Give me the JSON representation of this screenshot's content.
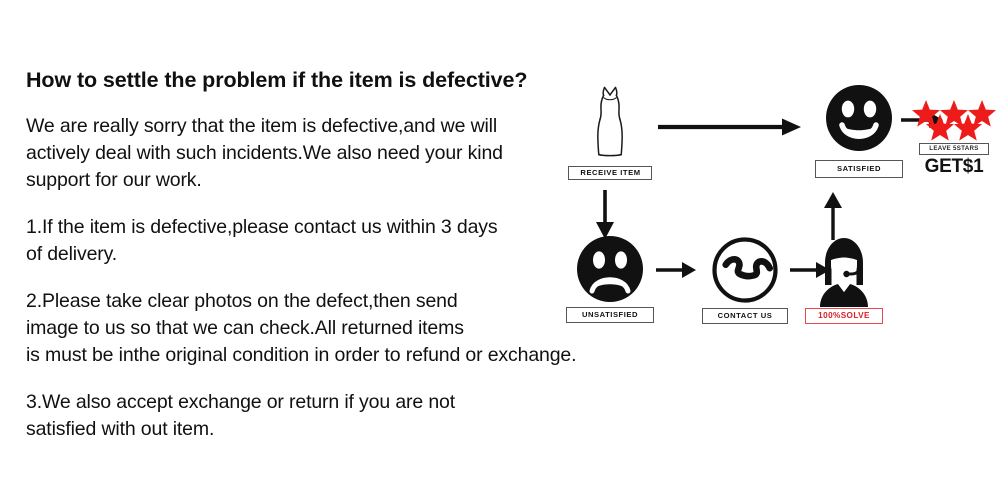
{
  "page": {
    "heading": "How to settle the problem if the item is defective?",
    "paragraphs": [
      {
        "id": "intro",
        "lines": [
          "We are really sorry that the item is defective,and we will",
          "actively deal with such incidents.We also need your kind",
          "support for our work."
        ]
      },
      {
        "id": "point-1",
        "lines": [
          "1.If the item is defective,please contact us within 3 days",
          "of delivery."
        ]
      },
      {
        "id": "point-2",
        "lines": [
          "2.Please take clear photos on the defect,then send",
          "image to us so that we can check.All returned items",
          "is must be inthe original condition in order to refund or exchange."
        ]
      },
      {
        "id": "point-3",
        "lines": [
          "3.We also accept exchange or return if you are not",
          "satisfied with out item."
        ]
      }
    ]
  },
  "flowchart": {
    "nodes": {
      "receive_item": {
        "label": "RECEIVE ITEM",
        "icon": "dress-icon"
      },
      "satisfied": {
        "label": "SATISFIED",
        "icon": "smiley-face-icon"
      },
      "reward": {
        "stars_label": "LEAVE 5STARS",
        "reward_text": "GET$1",
        "star_count": 5,
        "star_color": "#ee1b1b",
        "icon": "five-stars-icon"
      },
      "unsatisfied": {
        "label": "UNSATISFIED",
        "icon": "sad-face-icon"
      },
      "contact_us": {
        "label": "CONTACT US",
        "icon": "phone-icon"
      },
      "solve": {
        "label": "100%SOLVE",
        "icon": "support-agent-icon"
      }
    },
    "arrows": [
      {
        "name": "receive-to-satisfied",
        "direction": "right"
      },
      {
        "name": "satisfied-to-reward",
        "direction": "right"
      },
      {
        "name": "receive-to-unsatisfied",
        "direction": "down"
      },
      {
        "name": "unsatisfied-to-contact",
        "direction": "right"
      },
      {
        "name": "contact-to-solve",
        "direction": "right"
      },
      {
        "name": "solve-to-satisfied",
        "direction": "up"
      }
    ]
  },
  "colors": {
    "background": "#ffffff",
    "text": "#111111",
    "star_red": "#ee1b1b",
    "badge_red": "#d6202b",
    "badge_border_red": "#e8484f",
    "icon_black": "#111111"
  }
}
